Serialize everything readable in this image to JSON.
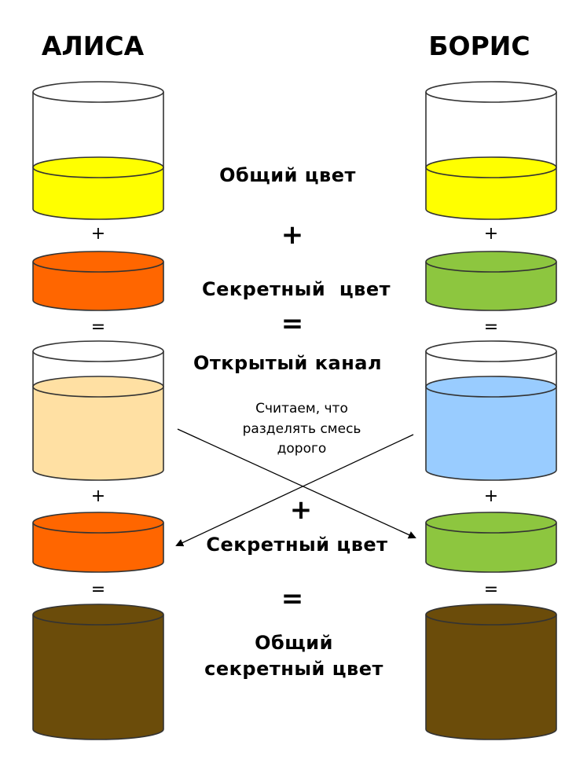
{
  "headers": {
    "left": "АЛИСА",
    "right": "БОРИС"
  },
  "labels": {
    "common_color": "Общий цвет",
    "secret_color_1": "Секретный  цвет",
    "open_channel": "Открытый канал",
    "secret_color_2": "Секретный цвет",
    "shared_secret_line1": "Общий",
    "shared_secret_line2": "секретный цвет"
  },
  "note": {
    "line1": "Считаем, что",
    "line2": "разделять смесь",
    "line3": "дорого"
  },
  "operators": {
    "plus": "+",
    "equals": "="
  },
  "colors": {
    "common": "#ffff00",
    "alice_secret": "#ff6600",
    "bob_secret": "#8dc63f",
    "alice_mix": "#ffe0a3",
    "bob_mix": "#99ccff",
    "shared_secret": "#6b4c0a"
  }
}
